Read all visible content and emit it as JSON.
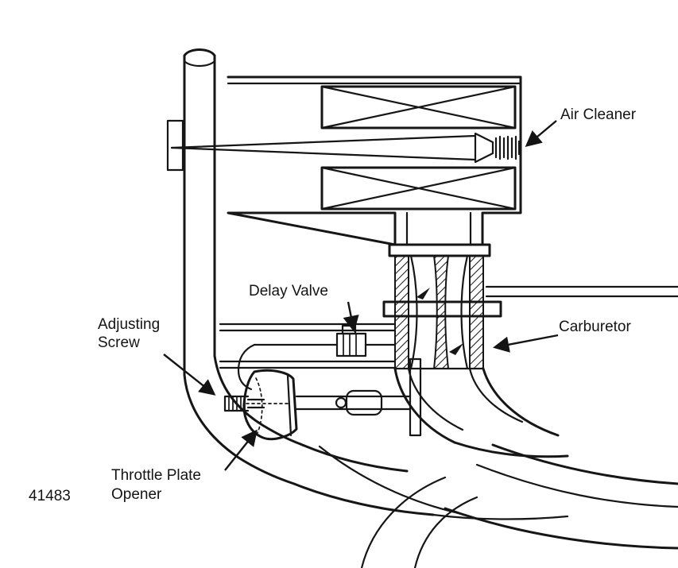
{
  "figure": {
    "number": "41483",
    "background": "#ffffff",
    "line_color": "#161616",
    "labels": {
      "air_cleaner": "Air Cleaner",
      "delay_valve": "Delay Valve",
      "adjusting_screw": [
        "Adjusting",
        "Screw"
      ],
      "carburetor": "Carburetor",
      "throttle_plate_opener": [
        "Throttle Plate",
        "Opener"
      ]
    }
  }
}
